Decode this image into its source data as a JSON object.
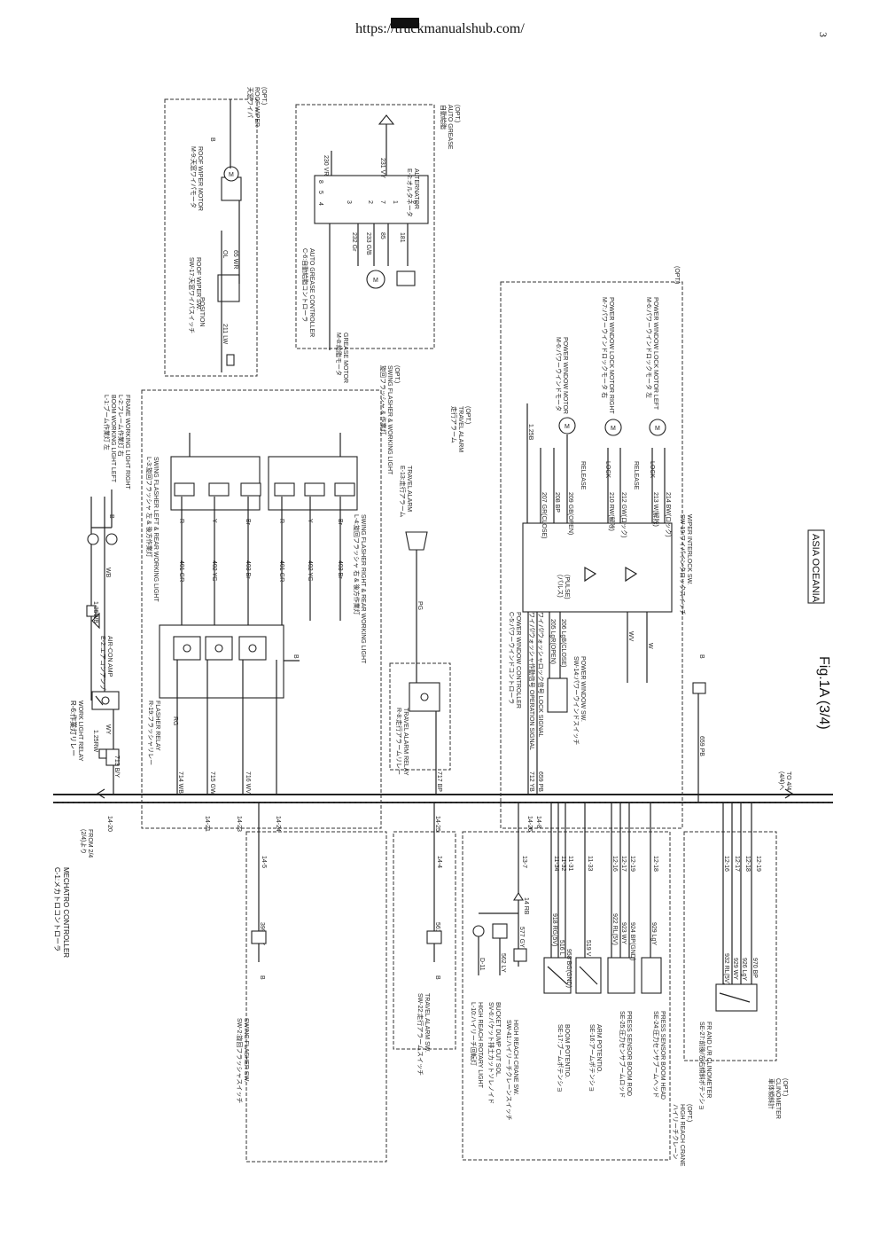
{
  "header": {
    "url": "https://truckmanualshub.com/",
    "page_number": "3"
  },
  "caption": {
    "figure": "Fig.1A (3/4)",
    "region": "ASIA  OCEANIA"
  },
  "bus": {
    "from": [
      "(2/4)より",
      "FROM 2/4"
    ],
    "to": [
      "(4/4)へ",
      "TO 4/4"
    ]
  },
  "controller": {
    "jp": "C-1:メカトロコントローラ",
    "en": "MECHATRO CONTROLLER"
  },
  "blocks": {
    "work_relay": {
      "jp": "R-6:作業灯リレー",
      "en": "WORK LIGHT RELAY"
    },
    "aircon": {
      "jp": "E-2:エアコンアンプ",
      "en": "AIR-CON AMP"
    },
    "boom_light": {
      "jp": "L-1:ブーム作業灯 左",
      "en": "BOOM WORKING LIGHT LEFT"
    },
    "frame_light": {
      "jp": "L-2:フレーム作業灯 右",
      "en": "FRAME WORKING LIGHT RIGHT"
    },
    "roof_wiper_sw": {
      "jp": "SW-17:天窓ワイパスイッチ",
      "en": "ROOF WIPER SW.",
      "pos": "POSITION"
    },
    "roof_wiper_motor": {
      "jp": "M-9:天窓ワイパモータ",
      "en": "ROOF WIPER MOTOR"
    },
    "roof_wiper_opt": {
      "jp": "天窓ワイパ",
      "en": "ROOF WIPER",
      "opt": "(OPT.)"
    },
    "grease_ctrl": {
      "jp": "C-6:自動給脂コントローラ",
      "en": "AUTO GREASE CONTROLLER"
    },
    "grease_motor": {
      "jp": "M-8:給脂モータ",
      "en": "GREASE MOTOR"
    },
    "alternator": {
      "jp": "E-2:オルタネータ",
      "en": "ALTERNATOR"
    },
    "auto_grease": {
      "jp": "自動給脂",
      "en": "AUTO GREASE",
      "opt": "(OPT.)"
    },
    "flasher_relay": {
      "jp": "R-19:フラッシャリレー",
      "en": "FLASHER RELAY"
    },
    "swing_left": {
      "jp": "L-3:旋回フラッシャ 左 & 後方作業灯",
      "en": "SWING FLASHER LEFT & REAR WORKING LIGHT"
    },
    "swing_right": {
      "jp": "L-4:旋回フラッシャ 右 & 後方作業灯",
      "en": "SWING FLASHER RIGHT & REAR WORKING LIGHT"
    },
    "swing_opt": {
      "jp": "旋回フラッシャ & 作業灯",
      "en": "SWING FLASHER & WORKING LIGHT",
      "opt": "(OPT.)"
    },
    "travel_relay": {
      "jp": "R-8:走行アラームリレー",
      "en": "TRAVEL ALARM RELAY"
    },
    "travel_alarm": {
      "jp": "E-13:走行アラーム",
      "en": "TRAVEL ALARM"
    },
    "travel_alarm_opt": {
      "jp": "走行アラーム",
      "en": "TRAVEL ALARM",
      "opt": "(OPT.)"
    },
    "pw_ctrl": {
      "jp": "C-5:パワーウインドコントローラ",
      "en": "POWER WINDOW CONTROLLER"
    },
    "pw_motor": {
      "jp": "M-6:パワーウインドモータ",
      "en": "POWER WINDOW MOTOR"
    },
    "lock_right": {
      "jp": "M-7:パワーウインドロックモータ 右",
      "en": "POWER WINDOW LOCK MOTOR RIGHT"
    },
    "lock_left": {
      "jp": "M-6:パワーウインドロックモータ 左",
      "en": "POWER WINDOW LOCK MOTOR LEFT"
    },
    "pw_sw": {
      "jp": "SW-14:パワーウインドスイッチ",
      "en": "POWER WINDOW SW."
    },
    "wiper_interlock": {
      "jp": "SW-19:ワイパインタロックスイッチ",
      "en": "WIPER INTERLOCK SW."
    },
    "wiper_signals": [
      "ワイパ/ウォッシャ作動信号  OPERATION SIGNAL",
      "ワイパ/ウォッシャロック信号  LOCK SIGNAL"
    ],
    "swing_flasher_sw": {
      "jp": "SW-2:旋回フラッシャスイッチ",
      "en": "SWING FLASHER SW."
    },
    "travel_alarm_sw": {
      "jp": "SW-22:走行アラームスイッチ",
      "en": "TRAVEL ALARM SW."
    },
    "hr_rotary": {
      "jp": "L-10:ハイリーチ回転灯",
      "en": "HIGH REACH ROTARY LIGHT"
    },
    "bucket_dump": {
      "jp": "SV-6:バケット排土カットソレノイド",
      "en": "BUCKET DUMP CUT SOL."
    },
    "hr_crane_sw": {
      "jp": "SW-41:ハイリーチクレーンスイッチ",
      "en": "HIGH REACH CRANE SW."
    },
    "boom_pot": {
      "jp": "SE-17:ブームポテンショ",
      "en": "BOOM POTENTIO."
    },
    "arm_pot": {
      "jp": "SE-16:アームポテンショ",
      "en": "ARM POTENTIO."
    },
    "press_rod": {
      "jp": "SE-25:圧力センサブームロッド",
      "en": "PRESS SENSOR BOOM ROD"
    },
    "press_head": {
      "jp": "SE-24:圧力センサブームヘッド",
      "en": "PRESS SENSOR BOOM HEAD"
    },
    "hr_crane_opt": {
      "jp": "ハイリーチクレーン",
      "en": "HIGH REACH CRANE",
      "opt": "(OPT.)"
    },
    "clinometer": {
      "jp": "SE-27:前後/左右傾斜ポテンショ",
      "en": "FR AND L/R CLINOMETER"
    },
    "clinometer_opt": {
      "jp": "車体傾斜計",
      "en": "CLINOMETER",
      "opt": "(OPT.)"
    }
  },
  "pins": {
    "top": [
      "14-20",
      "14-21",
      "14-23",
      "14-24",
      "14-25",
      "14-26",
      "14-8"
    ],
    "bottom": [
      "14-5",
      "14-4",
      "13-7",
      "11-34",
      "11-32",
      "11-31",
      "11-33",
      "12-16",
      "12-17",
      "12-19",
      "12-18",
      "12-16",
      "12-17",
      "12-18",
      "12-19"
    ]
  },
  "wires": {
    "top": [
      "713 B/Y",
      "714 WB",
      "715 GW",
      "716 WV",
      "717 BP",
      "712 YB",
      "659 PB"
    ],
    "bottom": [
      "399 LgY",
      "561 WY",
      "577 GY",
      "562 LY",
      "918 RG(5V)",
      "516 L",
      "958 BG(GND)",
      "519 V",
      "922 RL(5V)",
      "923 WY",
      "924 BP(GND)",
      "929 LgY",
      "932 RL(5V)",
      "929 WY",
      "926 LgY",
      "970 BP"
    ],
    "flasher": [
      "401 GR",
      "402 YG",
      "403 Br",
      "401 GR",
      "402 YG",
      "403 Br"
    ],
    "pw": [
      "205 LgR(OPEN)",
      "206 LgB(CLOSE)",
      "207 GR(CLOSE)",
      "208 BP",
      "209 GB(OPEN)",
      "210 RW(解除)",
      "212 GW(ロック)",
      "213 W(解除)",
      "214 BW(ロック)"
    ],
    "misc": [
      "1.25RW",
      "WY",
      "1.25WB",
      "WB",
      "B",
      "R",
      "Y",
      "Br",
      "1.25B",
      "PG",
      "RG",
      "WV",
      "W",
      "WL",
      "D-11",
      "14 RB",
      "210 LB",
      "211 LW",
      "OL",
      "65 WR",
      "230 VR",
      "231 VY",
      "232 Gr",
      "233 G/B",
      "85",
      "181",
      "13",
      "8",
      "14"
    ]
  },
  "pw_ctrl_pins": {
    "left": [
      "13",
      "10",
      "6",
      "5",
      "11",
      "12",
      "1",
      "3",
      "2"
    ],
    "right": [
      "7",
      "21",
      "15",
      "16",
      "17",
      "18",
      "19",
      "20",
      "22",
      "9",
      "4"
    ],
    "notes": [
      "(パルス)",
      "(PULSE)"
    ],
    "motor_labels": [
      "RELEASE",
      "LOCK",
      "RELEASE",
      "LOCK"
    ]
  },
  "grease_ctrl_pins": [
    "8",
    "5",
    "4",
    "3",
    "2",
    "7",
    "1",
    "6",
    "(+)",
    "(-)",
    "(+)",
    "(-)"
  ],
  "opt_tags": [
    "(OPT.)"
  ]
}
